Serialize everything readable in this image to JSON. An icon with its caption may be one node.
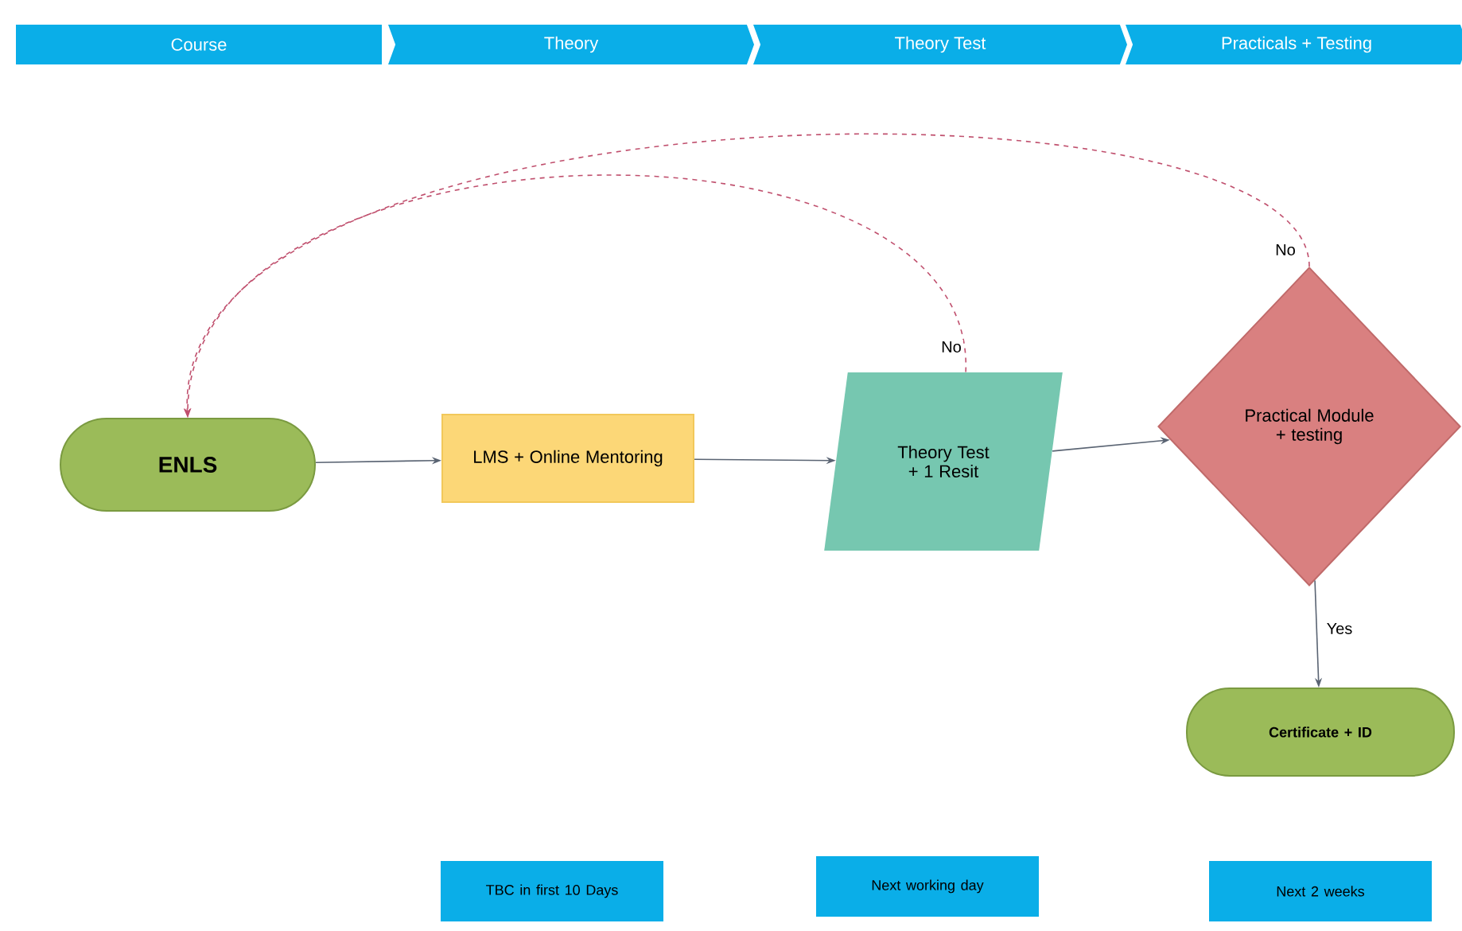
{
  "diagram": {
    "nodes": [
      {
        "text": [
          "Course"
        ]
      },
      {
        "text": [
          "Theory"
        ]
      },
      {
        "text": [
          "Theory Test"
        ]
      },
      {
        "text": [
          "Practicals + Testing"
        ]
      },
      {
        "text": [
          "ENLS"
        ]
      },
      {
        "text": [
          "LMS + Online Mentoring"
        ]
      },
      {
        "text": [
          "Theory Test + 1 Resit"
        ]
      },
      {
        "text": [
          "Practical Module + testing"
        ]
      },
      {
        "text": [
          "Certificate + ID"
        ]
      },
      {
        "text": [
          "TBC in first 10 Days"
        ]
      },
      {
        "text": [
          "Next working day"
        ]
      },
      {
        "text": [
          "Next 2 weeks"
        ]
      }
    ],
    "edges": [
      {
        "from": 4,
        "to": 5,
        "arrow": "to"
      },
      {
        "from": 5,
        "to": 6,
        "arrow": "to"
      },
      {
        "from": 6,
        "to": 7,
        "arrow": "to"
      },
      {
        "from": 7,
        "to": 8,
        "arrow": "to",
        "label": "Yes"
      },
      {
        "from": 6,
        "to": 4,
        "arrow": "to",
        "label": "No",
        "style": "dashed",
        "color": "#c0506e"
      },
      {
        "from": 7,
        "to": 4,
        "arrow": "to",
        "label": "No",
        "style": "dashed",
        "color": "#c0506e"
      }
    ]
  }
}
